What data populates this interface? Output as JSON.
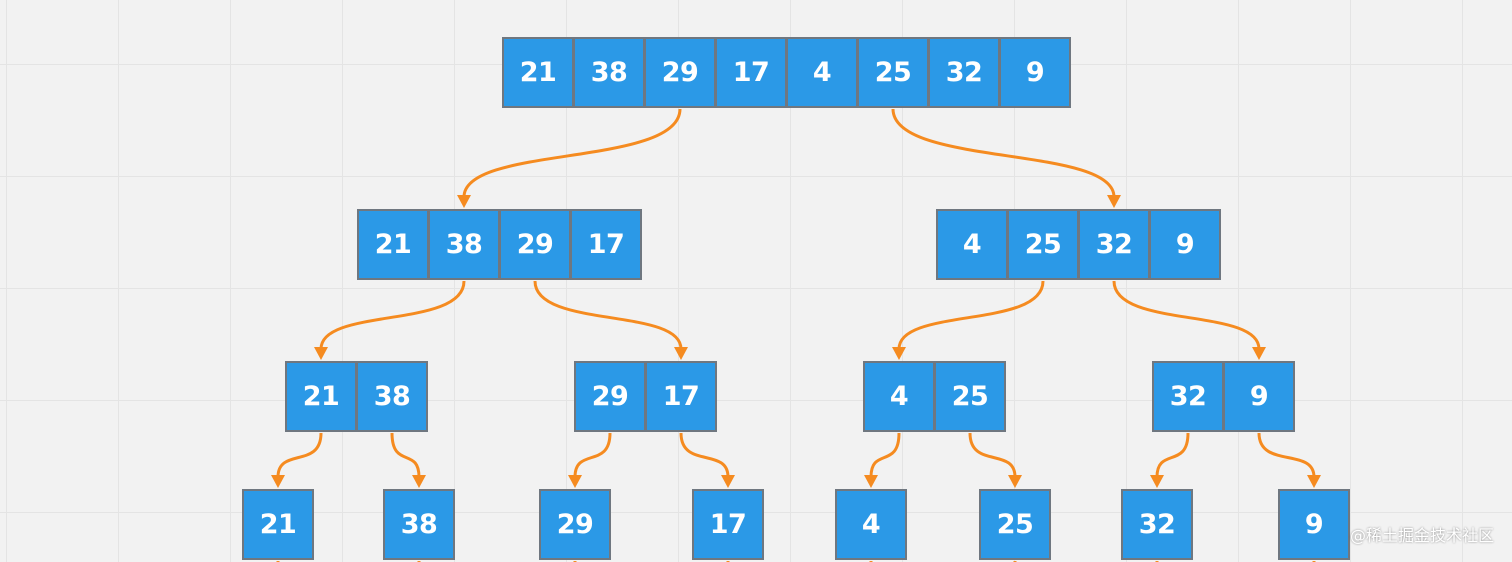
{
  "diagram": {
    "levels": [
      [
        [
          21,
          38,
          29,
          17,
          4,
          25,
          32,
          9
        ]
      ],
      [
        [
          21,
          38,
          29,
          17
        ],
        [
          4,
          25,
          32,
          9
        ]
      ],
      [
        [
          21,
          38
        ],
        [
          29,
          17
        ],
        [
          4,
          25
        ],
        [
          32,
          9
        ]
      ],
      [
        [
          21
        ],
        [
          38
        ],
        [
          29
        ],
        [
          17
        ],
        [
          4
        ],
        [
          25
        ],
        [
          32
        ],
        [
          9
        ]
      ]
    ],
    "colors": {
      "cell_fill": "#2b99e7",
      "cell_border": "#6f7780",
      "cell_text": "#ffffff",
      "arrow": "#f58b20",
      "background": "#f2f2f2",
      "grid": "#e4e4e4"
    }
  },
  "watermark": "@稀土掘金技术社区"
}
